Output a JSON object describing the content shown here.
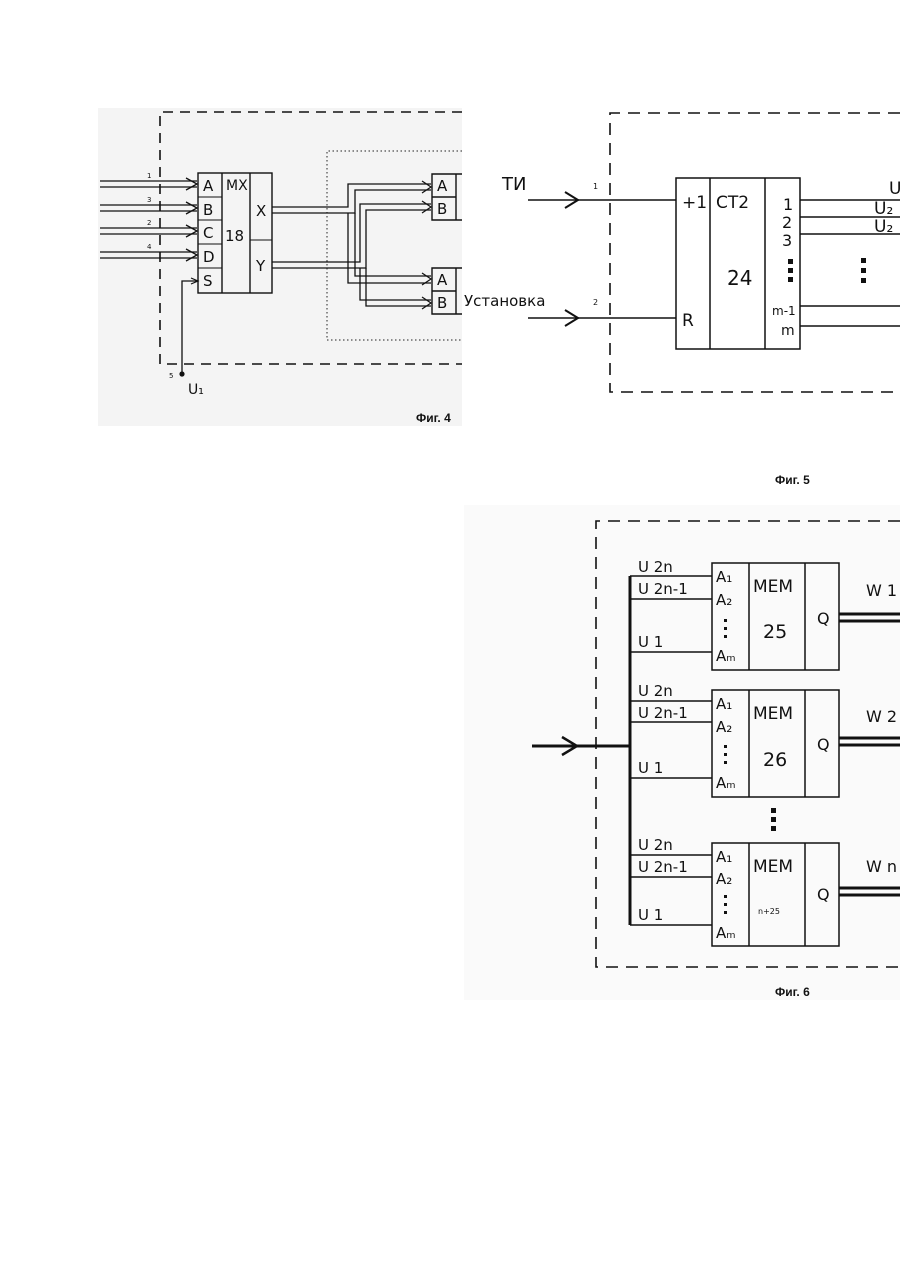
{
  "fig4": {
    "caption": "Фиг. 4",
    "mux": {
      "title": "MX",
      "number": "18",
      "inputs": [
        "A",
        "B",
        "C",
        "D",
        "S"
      ],
      "outputs": [
        "X",
        "Y"
      ]
    },
    "out_inputs": [
      "A",
      "B",
      "A",
      "B"
    ],
    "line_numbers": [
      "1",
      "3",
      "2",
      "4",
      "5"
    ],
    "power_label": "U₁",
    "set_label": "Установка"
  },
  "fig5": {
    "caption": "Фиг. 5",
    "clock_label": "ТИ",
    "counter": {
      "increment": "+1",
      "reset": "R",
      "title": "CT2",
      "number": "24",
      "outputs": [
        "1",
        "2",
        "3",
        "m-1",
        "m"
      ]
    },
    "line_numbers": [
      "1",
      "2"
    ],
    "output_labels": [
      "U",
      "U₂",
      "U₂"
    ]
  },
  "fig6": {
    "caption": "Фиг. 6",
    "bus_labels": [
      "U 2n",
      "U 2n-1",
      "U 1"
    ],
    "blocks": [
      {
        "title": "MEM",
        "number": "25",
        "addr": [
          "A₁",
          "A₂",
          "Aₘ"
        ],
        "out": "Q",
        "w": "W 1"
      },
      {
        "title": "MEM",
        "number": "26",
        "addr": [
          "A₁",
          "A₂",
          "Aₘ"
        ],
        "out": "Q",
        "w": "W 2"
      },
      {
        "title": "MEM",
        "number": "n+25",
        "addr": [
          "A₁",
          "A₂",
          "Aₘ"
        ],
        "out": "Q",
        "w": "W n"
      }
    ]
  }
}
